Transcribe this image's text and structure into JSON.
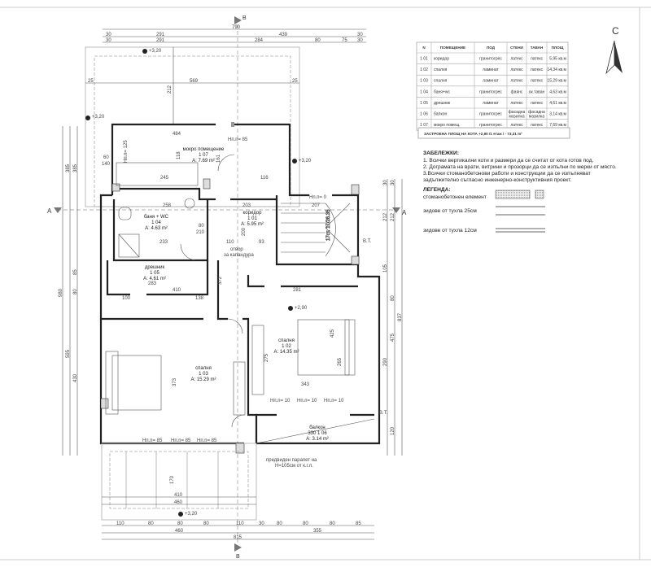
{
  "north_label": "С",
  "section_marks": {
    "a": "A",
    "b": "B"
  },
  "table": {
    "headers": [
      "N",
      "ПОМЕЩЕНИЕ",
      "ПОД",
      "СТЕНИ",
      "ТАВАН",
      "ПЛОЩ"
    ],
    "rows": [
      [
        "1 01",
        "коридор",
        "гранитогрес",
        "латекс",
        "латекс",
        "5,95 кв.м"
      ],
      [
        "1 02",
        "спалня",
        "ламинат",
        "латекс",
        "латекс",
        "14,34 кв.м"
      ],
      [
        "1 03",
        "спалня",
        "ламинат",
        "латекс",
        "латекс",
        "15,29 кв.м"
      ],
      [
        "1 04",
        "баня+wc",
        "гранитогрес",
        "фаянс",
        "ок.таван",
        "4,63 кв.м"
      ],
      [
        "1 05",
        "дрешник",
        "ламинат",
        "латекс",
        "латекс",
        "4,61 кв.м"
      ],
      [
        "1 06",
        "балкон",
        "гранитогрес",
        "фасадна мазилка",
        "фасадна мазилка",
        "3,14 кв.м"
      ],
      [
        "1 07",
        "мокро помещ.",
        "гранитогрес",
        "латекс",
        "латекс",
        "7,69 кв.м"
      ]
    ]
  },
  "built_area": "ЗАСТРОЕНА ПЛОЩ НА КОТА  +2,90 /1 етаж / - 73,31 m²",
  "notes": {
    "title": "ЗАБЕЛЕЖКИ:",
    "items": [
      "1. Всички вертикални коти и размери да се считат от кота готов под.",
      "2. Дограмата на врати, витрини и прозорци да се изпълни по мерки от място.",
      "3.Всички стоманобетонови работи и конструкции да се изпълняват",
      "задължително съгласно инженерно-конструктивния проект."
    ]
  },
  "legend": {
    "title": "ЛЕГЕНДА:",
    "items": [
      "стоманобетонен елемент",
      "зидове от тухла 25см",
      "зидове от тухла 12см"
    ]
  },
  "rooms": [
    {
      "name": "мокро помещение",
      "no": "1 07",
      "area": "A: 7.69 m²"
    },
    {
      "name": "баня + WC",
      "no": "1 04",
      "area": "A: 4.63 m²"
    },
    {
      "name": "коридор",
      "no": "1 01",
      "area": "A: 5.95 m²"
    },
    {
      "name": "дрешник",
      "no": "1 05",
      "area": "A: 4.61 m²"
    },
    {
      "name": "спалня",
      "no": "1 03",
      "area": "A: 15.29 m²"
    },
    {
      "name": "спалня",
      "no": "1 02",
      "area": "A: 14.35 m²"
    },
    {
      "name": "балкон",
      "no": "330 1 06",
      "area": "A: 3.14 m²"
    }
  ],
  "annotations": {
    "level_320": "+3,20",
    "level_290": "+2,90",
    "opening": [
      "отвор",
      "за капандура"
    ],
    "parapet": [
      "предвиден парапет на",
      "H=105см от к.г.л."
    ],
    "vt": "В.Т.",
    "sill_85": "Нп.п= 85",
    "sill_0": "Нп.п= 0",
    "sill_10": "Нп.п= 10",
    "sill_125": "Нп.п= 125",
    "stairs": "17ст. 17/26.35"
  },
  "dims": {
    "top_total": "790",
    "top_a": [
      "30",
      "291",
      "439",
      "30"
    ],
    "top_b": [
      "30",
      "291",
      "284",
      "80",
      "75",
      "30"
    ],
    "canopy_w": "569",
    "canopy_h": "212",
    "canopy_side": "25",
    "bottom_a": [
      "110",
      "80",
      "80",
      "80",
      "110",
      "30",
      "80",
      "80",
      "80",
      "85"
    ],
    "bottom_b": [
      "460",
      "355"
    ],
    "bottom_total": "815",
    "lower_canopy": [
      "410",
      "460",
      "170"
    ],
    "left": [
      "980",
      "385",
      "385",
      "85",
      "80",
      "595",
      "430"
    ],
    "right": [
      "30",
      "30",
      "212",
      "212",
      "105",
      "80",
      "475",
      "290",
      "837",
      "120"
    ],
    "inner": [
      "484",
      "245",
      "116",
      "258",
      "203",
      "207",
      "233",
      "110",
      "93",
      "283",
      "281",
      "410",
      "138",
      "100",
      "343",
      "373",
      "425",
      "265",
      "275",
      "372",
      "200",
      "161",
      "118",
      "80",
      "210",
      "140",
      "60"
    ]
  }
}
